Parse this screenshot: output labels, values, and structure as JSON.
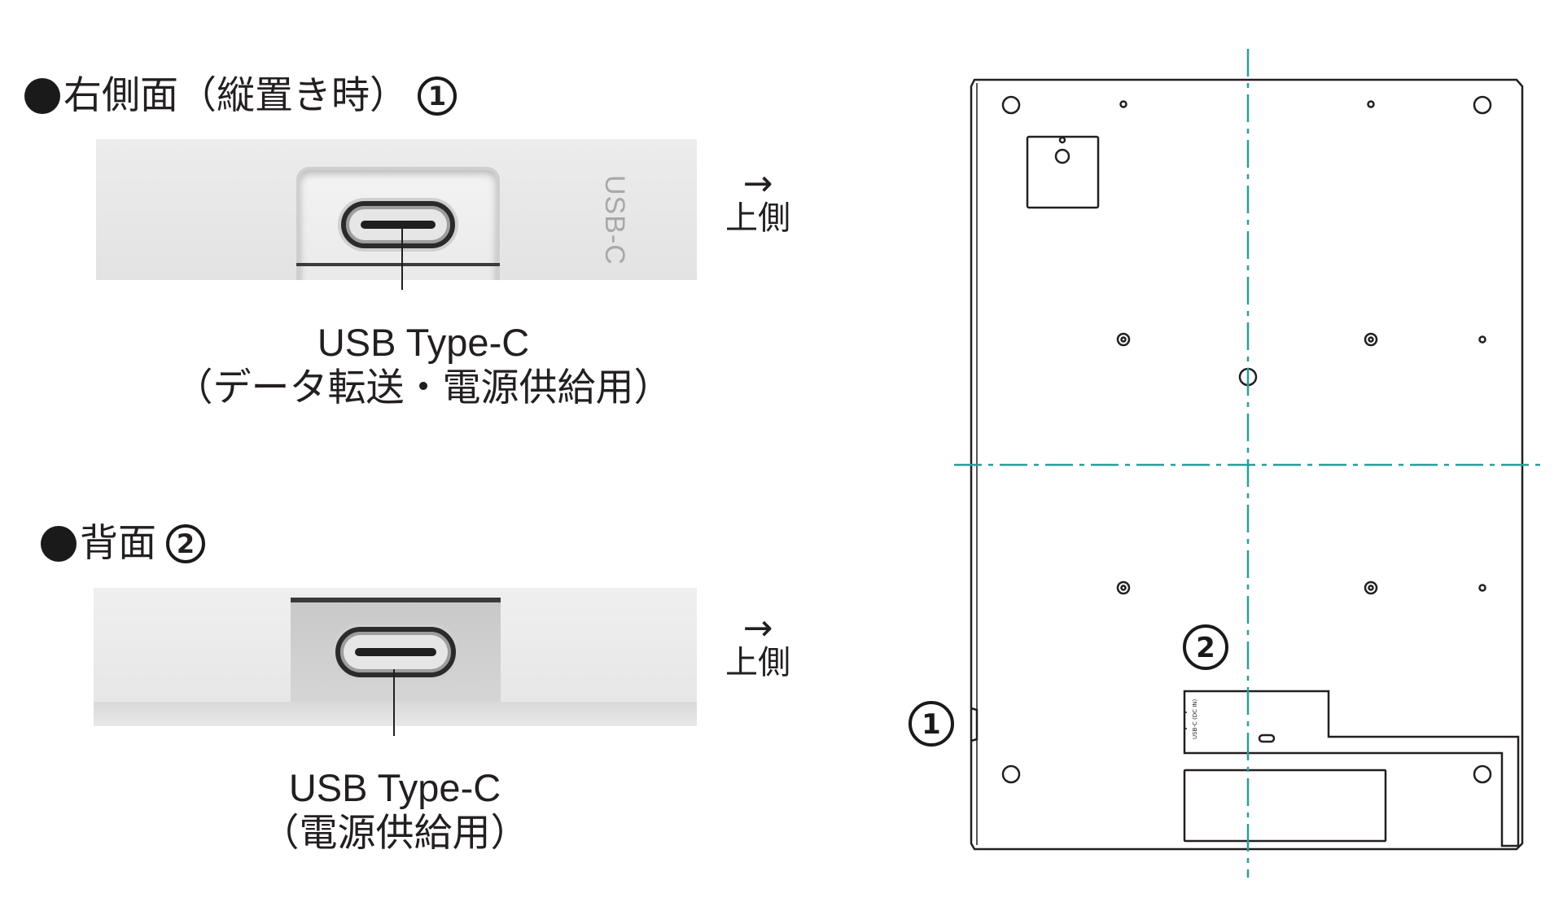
{
  "section1": {
    "heading": "右側面（縦置き時）",
    "marker": "1",
    "emboss": "USB-C",
    "caption_line1": "USB Type-C",
    "caption_line2": "（データ転送・電源供給用）",
    "direction": "上側",
    "arrow": "→"
  },
  "section2": {
    "heading": "背面",
    "marker": "2",
    "caption_line1": "USB Type-C",
    "caption_line2": "（電源供給用）",
    "direction": "上側",
    "arrow": "→"
  },
  "drawing": {
    "callout_side": "1",
    "callout_back": "2",
    "port_label": "USB-C (DC IN)",
    "centerline_color": "#2a9d9a",
    "line_color": "#231f20"
  }
}
